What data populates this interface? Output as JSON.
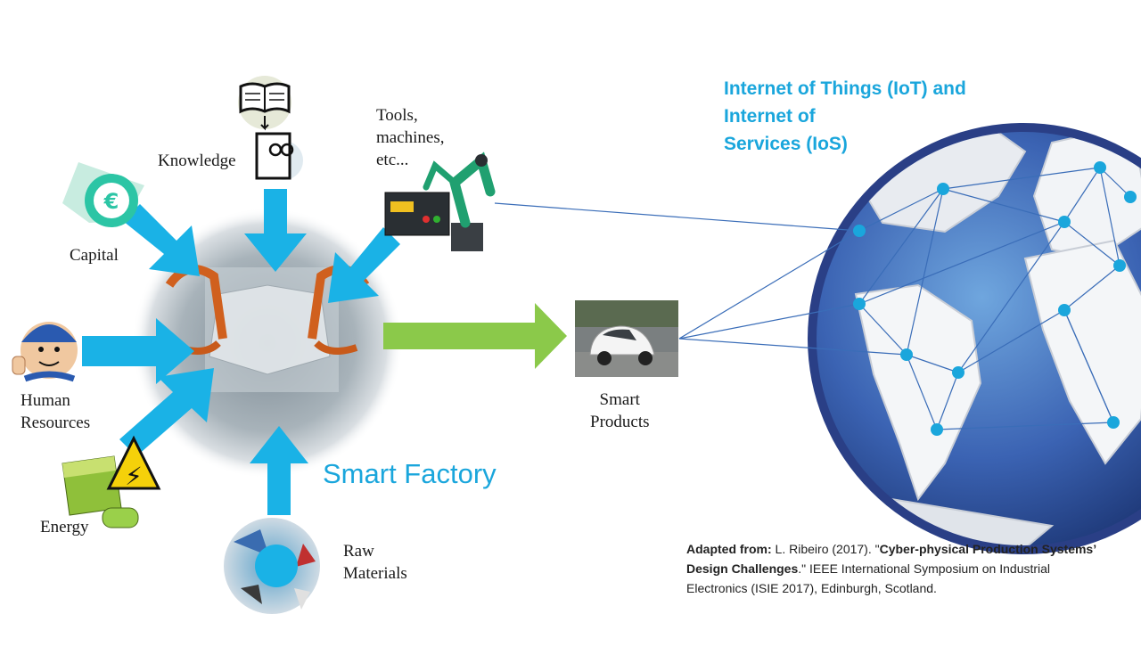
{
  "labels": {
    "knowledge": "Knowledge",
    "tools": [
      "Tools,",
      "machines,",
      "etc..."
    ],
    "capital": "Capital",
    "human_resources": [
      "Human",
      "Resources"
    ],
    "energy": "Energy",
    "raw_materials": [
      "Raw",
      "Materials"
    ],
    "smart_products": [
      "Smart",
      "Products"
    ],
    "smart_factory": "Smart Factory",
    "iot": [
      "Internet of Things (IoT) and",
      "Internet of",
      "Services (IoS)"
    ]
  },
  "citation": {
    "lead": "Adapted from:",
    "author": " L. Ribeiro (2017). \"",
    "title": "Cyber-physical  Production Systems’ Design Challenges",
    "after_title": ".\"",
    "venue": "  IEEE International Symposium on Industrial Electronics (ISIE 2017), Edinburgh, Scotland."
  },
  "icons": {
    "currency_symbol": "€",
    "hazard_symbol": "⚡"
  },
  "colors": {
    "arrow_blue": "#1ab2e6",
    "arrow_green": "#8bc94a",
    "label_blue": "#1aa6dc",
    "network_node": "#1aa6dc",
    "globe_ocean": "#3b63b3"
  }
}
